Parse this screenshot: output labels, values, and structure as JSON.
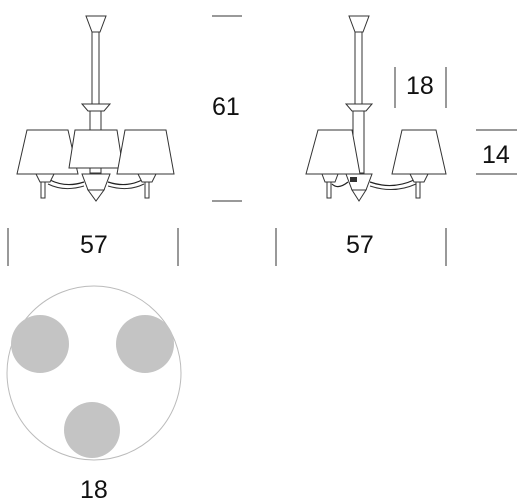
{
  "dimensions": {
    "front_width": "57",
    "front_height": "61",
    "side_width": "57",
    "side_drop": "18",
    "side_shade_height": "14",
    "plan_diameter": "18"
  },
  "colors": {
    "line": "#333333",
    "plan_circle": "#bbbbbb",
    "plan_spots": "#c4c4c4"
  }
}
